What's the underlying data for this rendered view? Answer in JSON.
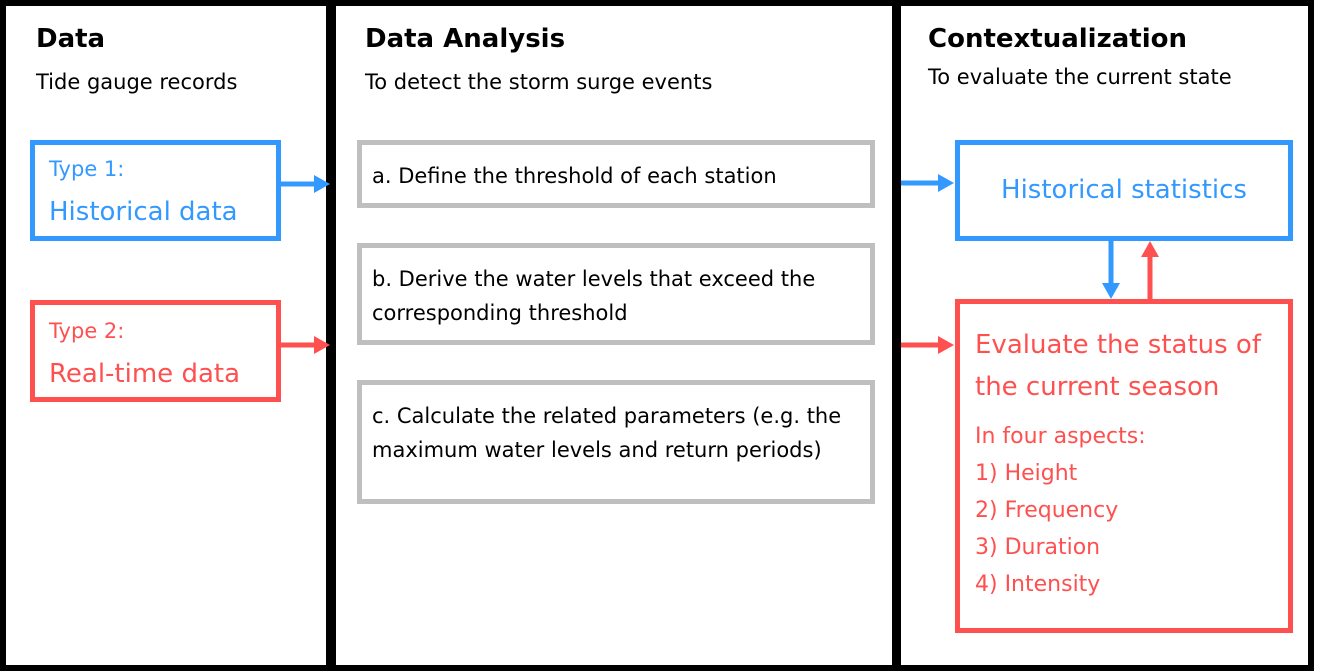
{
  "columns": [
    {
      "title": "Data",
      "subtitle": "Tide gauge records"
    },
    {
      "title": "Data Analysis",
      "subtitle": "To detect the storm surge events"
    },
    {
      "title": "Contextualization",
      "subtitle": "To evaluate the current state"
    }
  ],
  "data_types": [
    {
      "label": "Type 1:",
      "name": "Historical data"
    },
    {
      "label": "Type 2:",
      "name": "Real-time data"
    }
  ],
  "steps": [
    "a. Define the threshold of each station",
    "b. Derive the water levels that exceed the corresponding threshold",
    "c.  Calculate the related parameters (e.g. the maximum water levels and return periods)"
  ],
  "historical_statistics": "Historical statistics",
  "evaluate": {
    "title": "Evaluate the status of the current season",
    "intro": "In four aspects:",
    "aspects": [
      "1) Height",
      "2) Frequency",
      "3) Duration",
      "4) Intensity"
    ]
  },
  "colors": {
    "blue": "#3399ff",
    "red": "#ff5050",
    "gray": "#bfbfbf"
  }
}
